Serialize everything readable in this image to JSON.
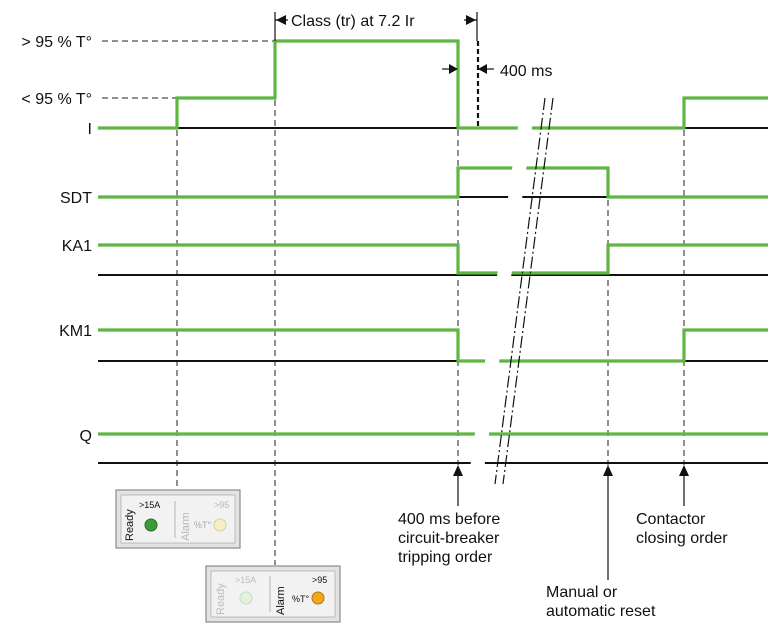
{
  "signals": {
    "t95_above": "> 95 % T°",
    "t95_below": "< 95 % T°",
    "i": "I",
    "sdt": "SDT",
    "ka1": "KA1",
    "km1": "KM1",
    "q": "Q"
  },
  "annotations": {
    "class": "Class (tr) at 7.2 Ir",
    "delay": "400 ms",
    "before_trip_1": "400 ms before",
    "before_trip_2": "circuit-breaker",
    "before_trip_3": "tripping order",
    "reset_1": "Manual or",
    "reset_2": "automatic reset",
    "contactor_1": "Contactor",
    "contactor_2": "closing order"
  },
  "panel1": {
    "ready": "Ready",
    "alarm": "Alarm",
    "current": ">15A",
    "pct_temp": "%T°",
    "over95": ">95"
  },
  "panel2": {
    "ready": "Ready",
    "alarm": "Alarm",
    "current": ">15A",
    "pct_temp": "%T°",
    "over95": ">95"
  },
  "colors": {
    "signal": "#5fb643",
    "led_green": "#3e9a3a",
    "led_orange": "#f2a81d",
    "led_off": "#f6efc7"
  }
}
